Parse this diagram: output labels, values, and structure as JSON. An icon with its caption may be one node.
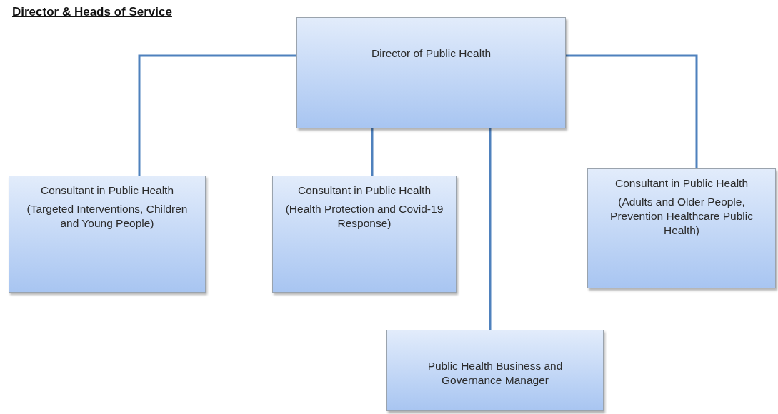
{
  "diagram": {
    "title": "Director & Heads of Service",
    "nodes": [
      {
        "text": [
          "Director of Public Health"
        ]
      },
      {
        "text": [
          "Consultant in Public Health",
          "(Targeted Interventions, Children and Young People)"
        ]
      },
      {
        "text": [
          "Consultant in Public Health",
          "(Health Protection and Covid-19 Response)"
        ]
      },
      {
        "text": [
          "Consultant in Public Health",
          "(Adults and Older People, Prevention Healthcare Public Health)"
        ]
      },
      {
        "text": [
          "Public Health Business and Governance Manager"
        ]
      }
    ],
    "edges": [
      {
        "from": 0,
        "to": 1,
        "arrow": "none"
      },
      {
        "from": 0,
        "to": 2,
        "arrow": "none"
      },
      {
        "from": 0,
        "to": 4,
        "arrow": "none"
      },
      {
        "from": 0,
        "to": 3,
        "arrow": "none"
      }
    ]
  }
}
